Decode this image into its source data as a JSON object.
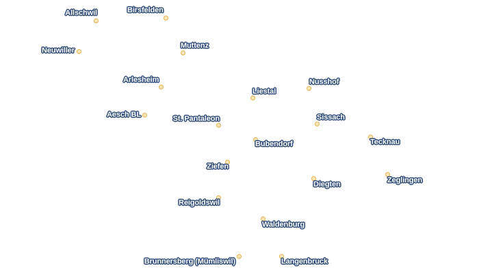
{
  "map": {
    "colors": {
      "label_fill": "#ffffff",
      "label_halo": "#2c4a7c",
      "marker_stroke": "#e8b04a",
      "marker_fill": "#fbe7b8",
      "background": "#ffffff"
    },
    "marker_icon": "circle-marker-icon",
    "places": [
      {
        "id": "allschwil",
        "name": "Allschwil"
      },
      {
        "id": "birsfelden",
        "name": "Birsfelden"
      },
      {
        "id": "neuwiller",
        "name": "Neuwiller"
      },
      {
        "id": "muttenz",
        "name": "Muttenz"
      },
      {
        "id": "arlesheim",
        "name": "Arlesheim"
      },
      {
        "id": "liestal",
        "name": "Liestal"
      },
      {
        "id": "nusshof",
        "name": "Nusshof"
      },
      {
        "id": "aesch-bl",
        "name": "Aesch BL"
      },
      {
        "id": "st-pantaleon",
        "name": "St. Pantaleon"
      },
      {
        "id": "sissach",
        "name": "Sissach"
      },
      {
        "id": "bubendorf",
        "name": "Bubendorf"
      },
      {
        "id": "tecknau",
        "name": "Tecknau"
      },
      {
        "id": "ziefen",
        "name": "Ziefen"
      },
      {
        "id": "diegten",
        "name": "Diegten"
      },
      {
        "id": "zeglingen",
        "name": "Zeglingen"
      },
      {
        "id": "reigoldswil",
        "name": "Reigoldswil"
      },
      {
        "id": "waldenburg",
        "name": "Waldenburg"
      },
      {
        "id": "brunnersberg",
        "name": "Brunnersberg (Mümliswil)"
      },
      {
        "id": "langenbruck",
        "name": "Langenbruck"
      }
    ]
  }
}
